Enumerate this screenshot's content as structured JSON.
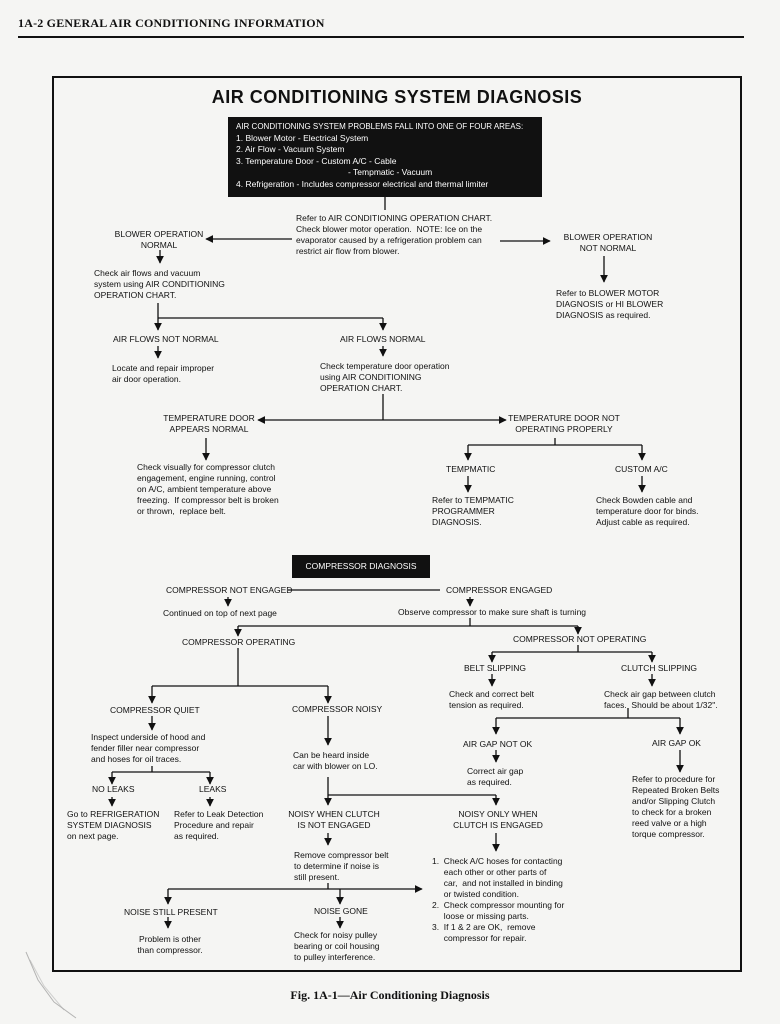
{
  "header": {
    "page_title": "1A-2 GENERAL AIR CONDITIONING INFORMATION"
  },
  "diagram": {
    "title": "AIR CONDITIONING SYSTEM DIAGNOSIS",
    "intro": {
      "heading": "AIR CONDITIONING SYSTEM PROBLEMS FALL INTO ONE OF FOUR AREAS:",
      "items": [
        "1.  Blower Motor - Electrical System",
        "2.  Air Flow   - Vacuum System",
        "3.  Temperature Door - Custom A/C - Cable",
        "- Tempmatic - Vacuum",
        "4.  Refrigeration - Includes compressor electrical and thermal limiter"
      ]
    },
    "nodes": {
      "refer_chart": "Refer to AIR CONDITIONING OPERATION CHART.\nCheck blower motor operation.  NOTE: Ice on the\nevaporator caused by a refrigeration problem can\nrestrict air flow from blower.",
      "blower_normal": "BLOWER OPERATION\nNORMAL",
      "blower_not_normal": "BLOWER OPERATION\nNOT NORMAL",
      "check_air_flows": "Check air flows and vacuum\nsystem using AIR CONDITIONING\nOPERATION CHART.",
      "refer_blower_motor": "Refer to BLOWER MOTOR\nDIAGNOSIS or HI BLOWER\nDIAGNOSIS as required.",
      "air_flows_not_normal": "AIR FLOWS NOT NORMAL",
      "air_flows_normal": "AIR FLOWS NORMAL",
      "locate_repair": "Locate and repair improper\nair door operation.",
      "check_temp_door": "Check temperature door operation\nusing AIR CONDITIONING\nOPERATION CHART.",
      "temp_door_normal": "TEMPERATURE DOOR\nAPPEARS NORMAL",
      "temp_door_not": "TEMPERATURE DOOR NOT\nOPERATING PROPERLY",
      "check_visually": "Check visually for compressor clutch\nengagement, engine running, control\non A/C, ambient temperature above\nfreezing.  If compressor belt is broken\nor thrown,  replace belt.",
      "tempmatic": "TEMPMATIC",
      "custom_ac": "CUSTOM A/C",
      "refer_tempmatic": "Refer to TEMPMATIC\nPROGRAMMER\nDIAGNOSIS.",
      "check_bowden": "Check Bowden cable and\ntemperature door for binds.\nAdjust cable as required.",
      "compressor_diagnosis": "COMPRESSOR DIAGNOSIS",
      "comp_not_engaged": "COMPRESSOR NOT ENGAGED",
      "comp_engaged": "COMPRESSOR ENGAGED",
      "continued": "Continued on top of next page",
      "observe": "Observe compressor to make sure shaft is turning",
      "comp_operating": "COMPRESSOR OPERATING",
      "comp_not_operating": "COMPRESSOR NOT OPERATING",
      "belt_slipping": "BELT SLIPPING",
      "clutch_slipping": "CLUTCH SLIPPING",
      "check_belt": "Check and correct belt\ntension as required.",
      "check_air_gap": "Check air gap between clutch\nfaces.  Should be about 1/32\".",
      "comp_quiet": "COMPRESSOR QUIET",
      "comp_noisy": "COMPRESSOR NOISY",
      "inspect_hood": "Inspect underside of hood and\nfender filler near compressor\nand hoses for oil traces.",
      "heard_inside": "Can be heard inside\ncar with blower on LO.",
      "air_gap_not_ok": "AIR GAP NOT OK",
      "air_gap_ok": "AIR GAP OK",
      "correct_air_gap": "Correct air gap\nas required.",
      "refer_procedure": "Refer to procedure for\nRepeated Broken Belts\nand/or Slipping Clutch\nto check for a broken\nreed valve or a high\ntorque compressor.",
      "no_leaks": "NO LEAKS",
      "leaks": "LEAKS",
      "goto_refrig": "Go to REFRIGERATION\nSYSTEM DIAGNOSIS\non next page.",
      "refer_leak": "Refer to Leak Detection\nProcedure and repair\nas required.",
      "noisy_not_engaged": "NOISY WHEN CLUTCH\nIS NOT ENGAGED",
      "noisy_engaged": "NOISY ONLY WHEN\nCLUTCH IS ENGAGED",
      "remove_belt": "Remove compressor belt\nto determine if noise is\nstill present.",
      "check_list": "1.  Check A/C hoses for contacting\n     each other or other parts of\n     car,  and not installed in binding\n     or twisted condition.\n2.  Check compressor mounting for\n     loose or missing parts.\n3.  If 1 & 2 are OK,  remove\n     compressor for repair.",
      "noise_still": "NOISE STILL PRESENT",
      "noise_gone": "NOISE GONE",
      "problem_other": "Problem is other\nthan compressor.",
      "check_pulley": "Check for noisy pulley\nbearing or coil housing\nto pulley interference."
    }
  },
  "caption": "Fig. 1A-1—Air Conditioning Diagnosis"
}
